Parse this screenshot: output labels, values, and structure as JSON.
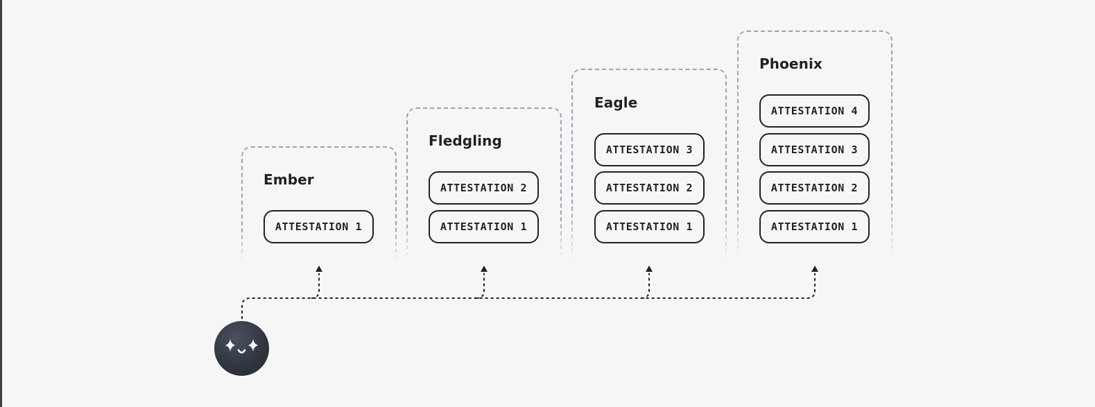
{
  "tiers": [
    {
      "title": "Ember",
      "attestations": [
        "ATTESTATION 1"
      ]
    },
    {
      "title": "Fledgling",
      "attestations": [
        "ATTESTATION 2",
        "ATTESTATION 1"
      ]
    },
    {
      "title": "Eagle",
      "attestations": [
        "ATTESTATION 3",
        "ATTESTATION 2",
        "ATTESTATION 1"
      ]
    },
    {
      "title": "Phoenix",
      "attestations": [
        "ATTESTATION 4",
        "ATTESTATION 3",
        "ATTESTATION 2",
        "ATTESTATION 1"
      ]
    }
  ],
  "colors": {
    "background": "#f6f6f6",
    "tier_border": "#97a3b3",
    "ink": "#1f2124",
    "avatar": "#2f343d"
  },
  "icons": {
    "avatar": "sparkle-eyes-smiley-icon",
    "arrow": "arrow-up-icon"
  }
}
